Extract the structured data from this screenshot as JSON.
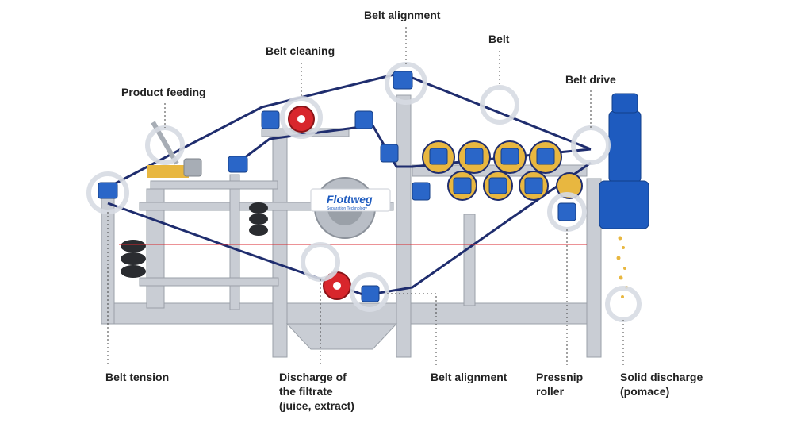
{
  "labels": {
    "belt_alignment_top": "Belt alignment",
    "belt": "Belt",
    "belt_cleaning": "Belt cleaning",
    "product_feeding": "Product feeding",
    "belt_drive": "Belt drive",
    "belt_tension": "Belt tension",
    "discharge_filtrate": [
      "Discharge of",
      "the filtrate",
      "(juice, extract)"
    ],
    "belt_alignment_bottom": "Belt alignment",
    "pressnip_roller": [
      "Pressnip",
      "roller"
    ],
    "solid_discharge": [
      "Solid discharge",
      "(pomace)"
    ]
  },
  "logo": {
    "brand": "Flottweg",
    "tagline": "Separation Technology"
  },
  "colors": {
    "frame": "#c9cdd4",
    "frame_dark": "#9aa0a8",
    "belt": "#1f2d6e",
    "roller_blue": "#2a66c8",
    "motor_blue": "#1e5bbf",
    "red_wheel": "#d8262c",
    "product_yellow": "#e8b740",
    "highlight_ring": "#d7dbe3",
    "label_text": "#222222"
  }
}
